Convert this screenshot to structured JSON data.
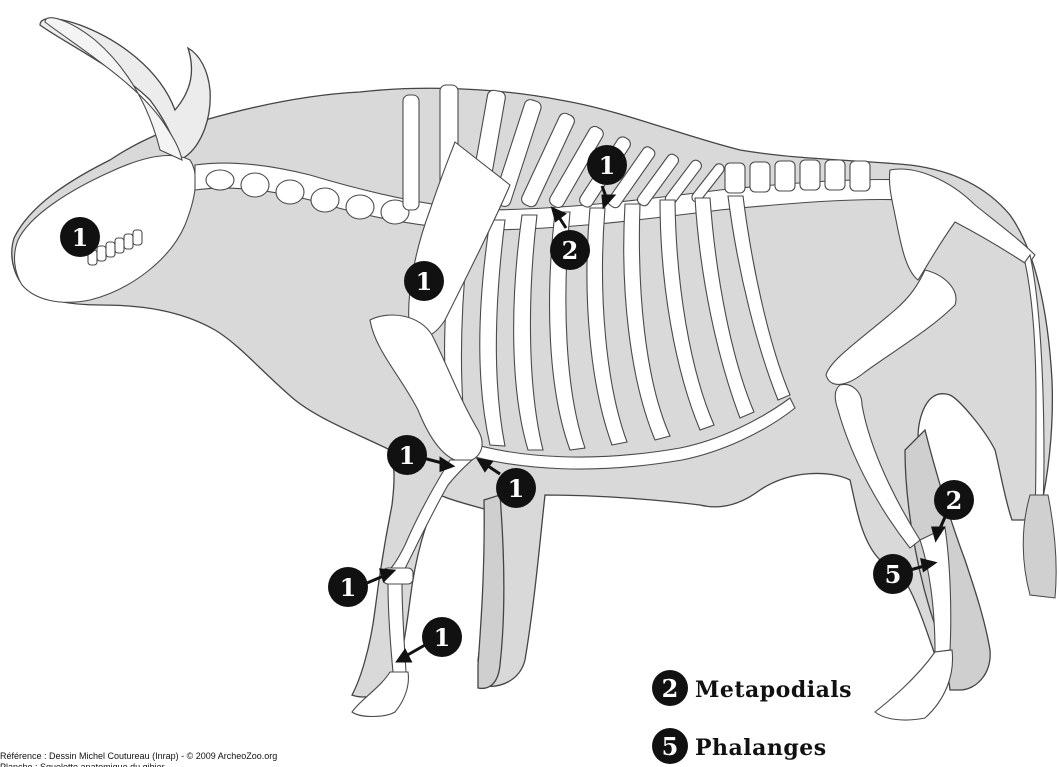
{
  "markers": [
    {
      "id": "skull",
      "number": "1"
    },
    {
      "id": "scapula",
      "number": "1"
    },
    {
      "id": "thoracic-vertebra",
      "number": "1"
    },
    {
      "id": "thoracic-vertebra-2",
      "number": "2"
    },
    {
      "id": "elbow-left",
      "number": "1"
    },
    {
      "id": "elbow-right",
      "number": "1"
    },
    {
      "id": "carpal",
      "number": "1"
    },
    {
      "id": "fore-phalanx",
      "number": "1"
    },
    {
      "id": "hind-metapodial",
      "number": "2"
    },
    {
      "id": "hind-phalanx",
      "number": "5"
    }
  ],
  "legend": [
    {
      "number": "2",
      "label": "Metapodials"
    },
    {
      "number": "5",
      "label": "Phalanges"
    }
  ],
  "credit": {
    "line1": "Référence : Dessin Michel Coutureau (Inrap) - © 2009 ArcheoZoo.org",
    "line2": "Planche : Squelette anatomique du gibier..."
  },
  "colors": {
    "silhouette": "#d9d9d9",
    "bone": "#ffffff",
    "outline": "#4a4a4a",
    "marker": "#111111"
  }
}
